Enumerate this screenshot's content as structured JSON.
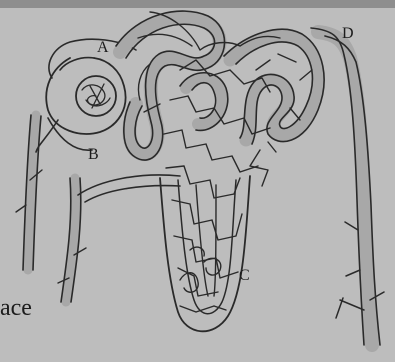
{
  "labels": {
    "a": "A",
    "b": "B",
    "c": "C",
    "d": "D"
  },
  "fragment_text": "ace",
  "colors": {
    "background": "#bdbdbd",
    "ink": "#2a2a2a",
    "tubule_shade": "#a8a8a8"
  }
}
